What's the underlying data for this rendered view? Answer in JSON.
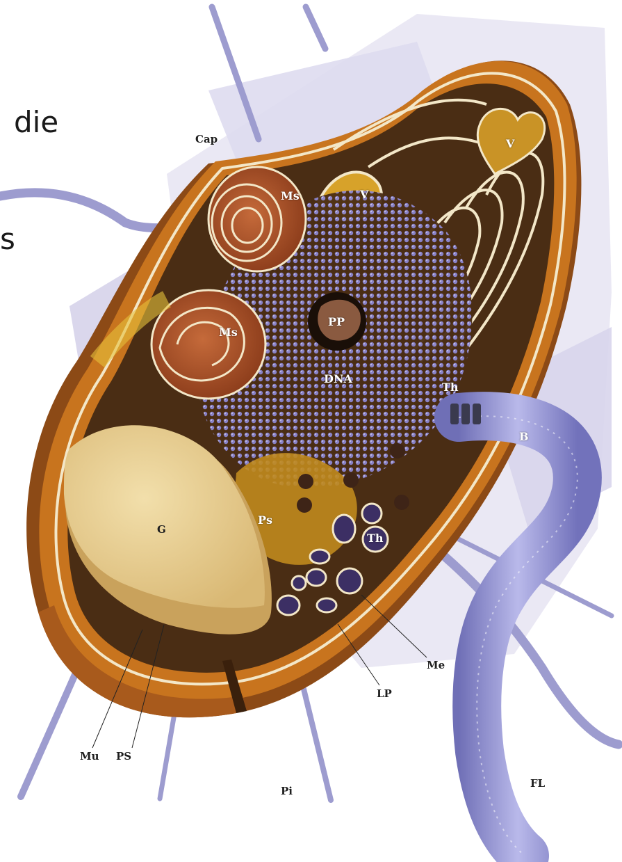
{
  "title_lines": [
    "die",
    "s"
  ],
  "labels": {
    "Cap": "Cap",
    "Ms_top": "Ms",
    "Ms_left": "Ms",
    "V_mid": "V",
    "V_right": "V",
    "PP": "PP",
    "DNA": "DNA",
    "Th_right": "Th",
    "Th_lower": "Th",
    "B": "B",
    "Ps": "Ps",
    "G": "G",
    "Me": "Me",
    "LP": "LP",
    "Mu": "Mu",
    "PS": "PS",
    "Pi": "Pi",
    "FL": "FL"
  },
  "colors": {
    "cell_wall": "#c8741e",
    "cytoplasm": "#4a2d14",
    "dna": "#8a84cf",
    "glycogen": "#e8cf93",
    "flagellum": "#9a9ad8",
    "background_plane": "#e6e4f2"
  }
}
